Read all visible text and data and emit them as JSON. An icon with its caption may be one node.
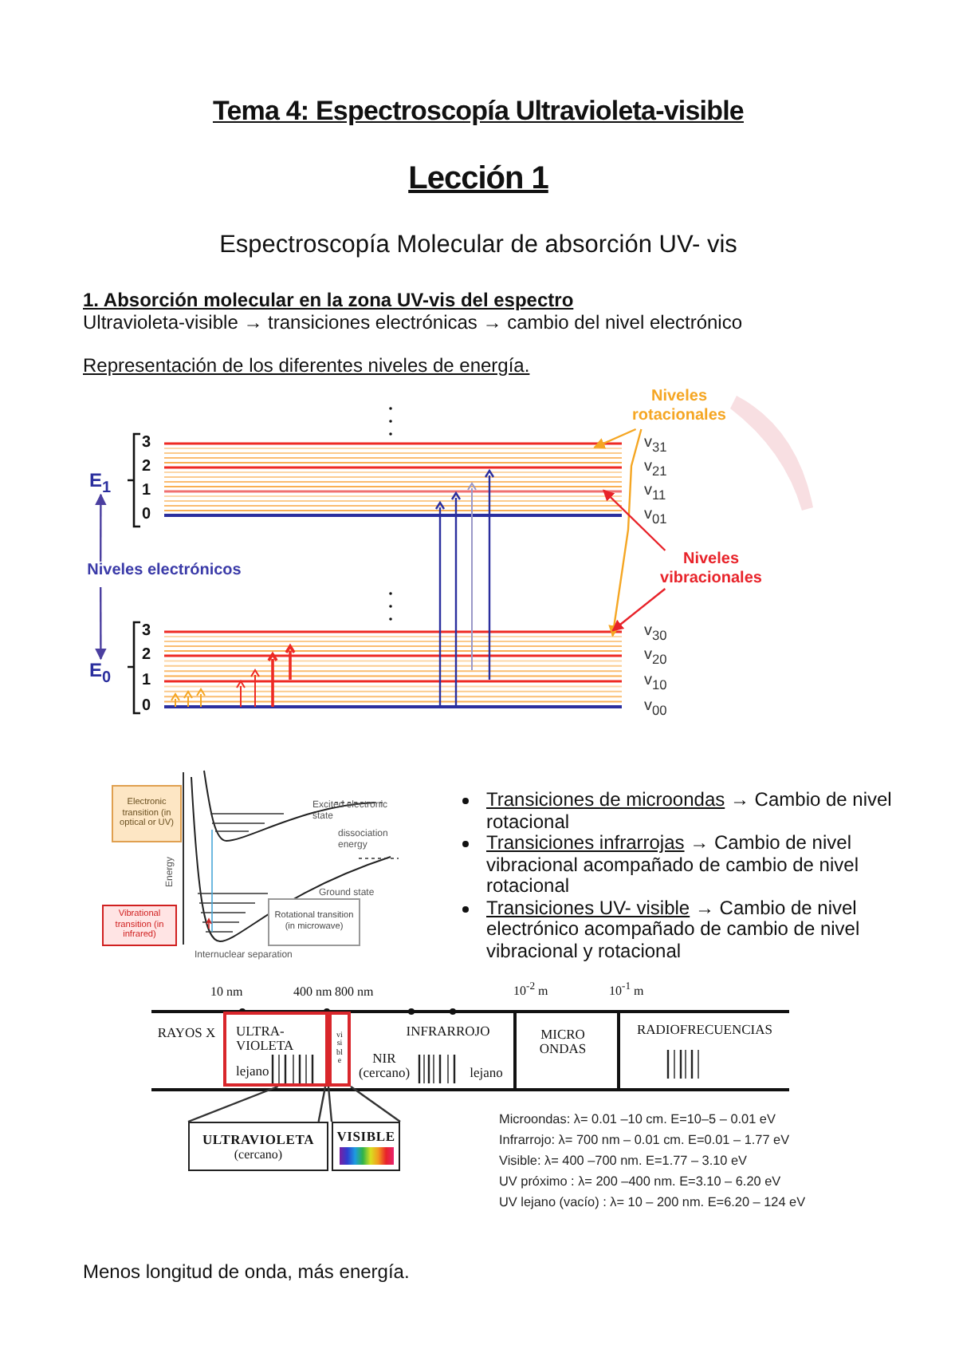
{
  "diagram": {
    "title": "Tema 4: Espectroscopía Ultravioleta-visible",
    "nodes": [
      {
        "text": [
          "Niveles rotacionales"
        ]
      },
      {
        "text": [
          "Niveles vibracionales"
        ]
      },
      {
        "text": [
          "Niveles electrónicos"
        ]
      },
      {
        "text": [
          "Electronic transition (in optical or UV)"
        ]
      },
      {
        "text": [
          "Vibrational transition (in infrared)"
        ]
      },
      {
        "text": [
          "Rotational transition (in microwave)"
        ]
      },
      {
        "text": [
          "ULTRA- VIOLETA",
          "lejano"
        ]
      },
      {
        "text": [
          "visible"
        ]
      },
      {
        "text": [
          "ULTRAVIOLETA",
          "(cercano)"
        ]
      },
      {
        "text": [
          "VISIBLE"
        ]
      },
      {
        "text": [
          "E$_{1}$"
        ]
      },
      {
        "text": [
          "E$_{0}$"
        ]
      },
      {
        "text": [],
        "shape": "bar"
      },
      {
        "text": [],
        "shape": "bar"
      },
      {
        "text": [],
        "shape": "bar"
      },
      {
        "text": [],
        "shape": "bar"
      }
    ],
    "edges": [
      {
        "from": 0,
        "to": 12,
        "arrow": "to",
        "color": "#f5a623"
      },
      {
        "from": 0,
        "to": 15,
        "arrow": "to",
        "color": "#f5a623"
      },
      {
        "from": 1,
        "to": 13,
        "arrow": "to",
        "color": "#e8232a"
      },
      {
        "from": 1,
        "to": 14,
        "arrow": "to",
        "color": "#e8232a"
      },
      {
        "from": 2,
        "to": 10,
        "arrow": "to",
        "color": "#4b3fa0"
      },
      {
        "from": 2,
        "to": 11,
        "arrow": "to",
        "color": "#4b3fa0"
      },
      {
        "from": 6,
        "to": 8,
        "arrow": "none"
      },
      {
        "from": 6,
        "to": 8,
        "arrow": "none"
      },
      {
        "from": 7,
        "to": 9,
        "arrow": "none"
      },
      {
        "from": 7,
        "to": 9,
        "arrow": "none"
      }
    ],
    "labels": [
      "Lección 1",
      "Espectroscopía Molecular de absorción UV- vis",
      "1. Absorción molecular en la zona UV-vis del espectro",
      "Ultravioleta-visible → transiciones electrónicas → cambio del nivel electrónico",
      "Representación de los diferentes niveles de energía.",
      "3",
      "2",
      "1",
      "0",
      "v$_{31}$",
      "v$_{21}$",
      "v$_{11}$",
      "v$_{01}$",
      "3",
      "2",
      "1",
      "0",
      "v$_{30}$",
      "v$_{20}$",
      "v$_{10}$",
      "v$_{00}$",
      "Energy",
      "Excited electronic state",
      "dissociation energy",
      "Ground state",
      "Internuclear separation",
      "Transiciones de microondas",
      "→ Cambio de nivel rotacional",
      "Transiciones infrarrojas",
      "→ Cambio de nivel vibracional acompañado de cambio de nivel rotacional",
      "Transiciones UV- visible",
      "→ Cambio de nivel electrónico acompañado de cambio de nivel vibracional y rotacional",
      "10 nm",
      "400 nm",
      "800 nm",
      "10$^{-2}$ m",
      "10$^{-1}$ m",
      "RAYOS X",
      "INFRARROJO",
      "NIR (cercano)",
      "lejano",
      "MICRO ONDAS",
      "RADIOFRECUENCIAS",
      "Microondas: λ= 0.01 –10 cm. E=10–5 – 0.01 eV",
      "Infrarrojo: λ= 700 nm – 0.01 cm. E=0.01 – 1.77 eV",
      "Visible: λ= 400 –700 nm. E=1.77 – 3.10 eV",
      "UV próximo : λ= 200 –400 nm. E=3.10 – 6.20 eV",
      "UV lejano (vacío) : λ= 10 – 200 nm. E=6.20 – 124 eV",
      "Menos longitud de onda, más energía."
    ]
  }
}
